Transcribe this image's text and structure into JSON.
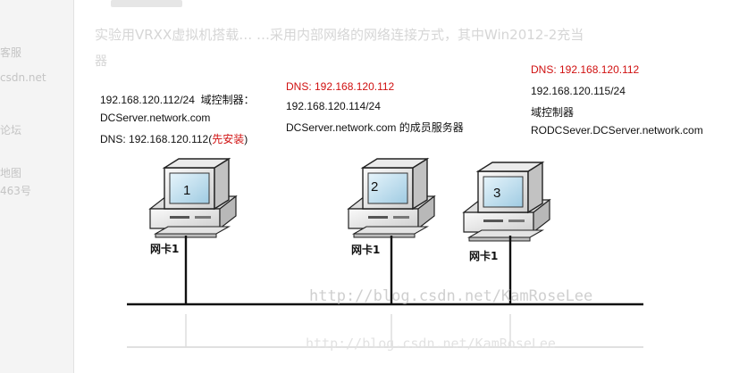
{
  "sidebar": {
    "items": [
      "客服",
      "csdn.net",
      "论坛",
      "地图",
      "463号"
    ]
  },
  "background_text": {
    "line1": "实验用VRXX虚拟机搭载…                       …采用内部网络的网络连接方式，其中Win2012-2充当",
    "line2": "器"
  },
  "servers": [
    {
      "number": "1",
      "ip": "192.168.120.112/24",
      "role": "域控制器：",
      "fqdn": "DCServer.network.com",
      "dns_label": "DNS: ",
      "dns_value": "192.168.120.112(",
      "dns_note": "先安装",
      "dns_close": ")",
      "nic": "网卡1"
    },
    {
      "number": "2",
      "dns": "DNS:  192.168.120.112",
      "ip": "192.168.120.114/24",
      "fqdn": "DCServer.network.com 的成员服务器",
      "nic": "网卡1"
    },
    {
      "number": "3",
      "dns": "DNS:  192.168.120.112",
      "ip": "192.168.120.115/24",
      "role": "域控制器",
      "fqdn": "RODCSever.DCServer.network.com",
      "nic": "网卡1"
    }
  ],
  "watermark": "http://blog.csdn.net/KamRoseLee",
  "colors": {
    "dns_highlight": "#d01010",
    "sidebar_bg": "#f4f4f4",
    "network_line": "#111111"
  }
}
